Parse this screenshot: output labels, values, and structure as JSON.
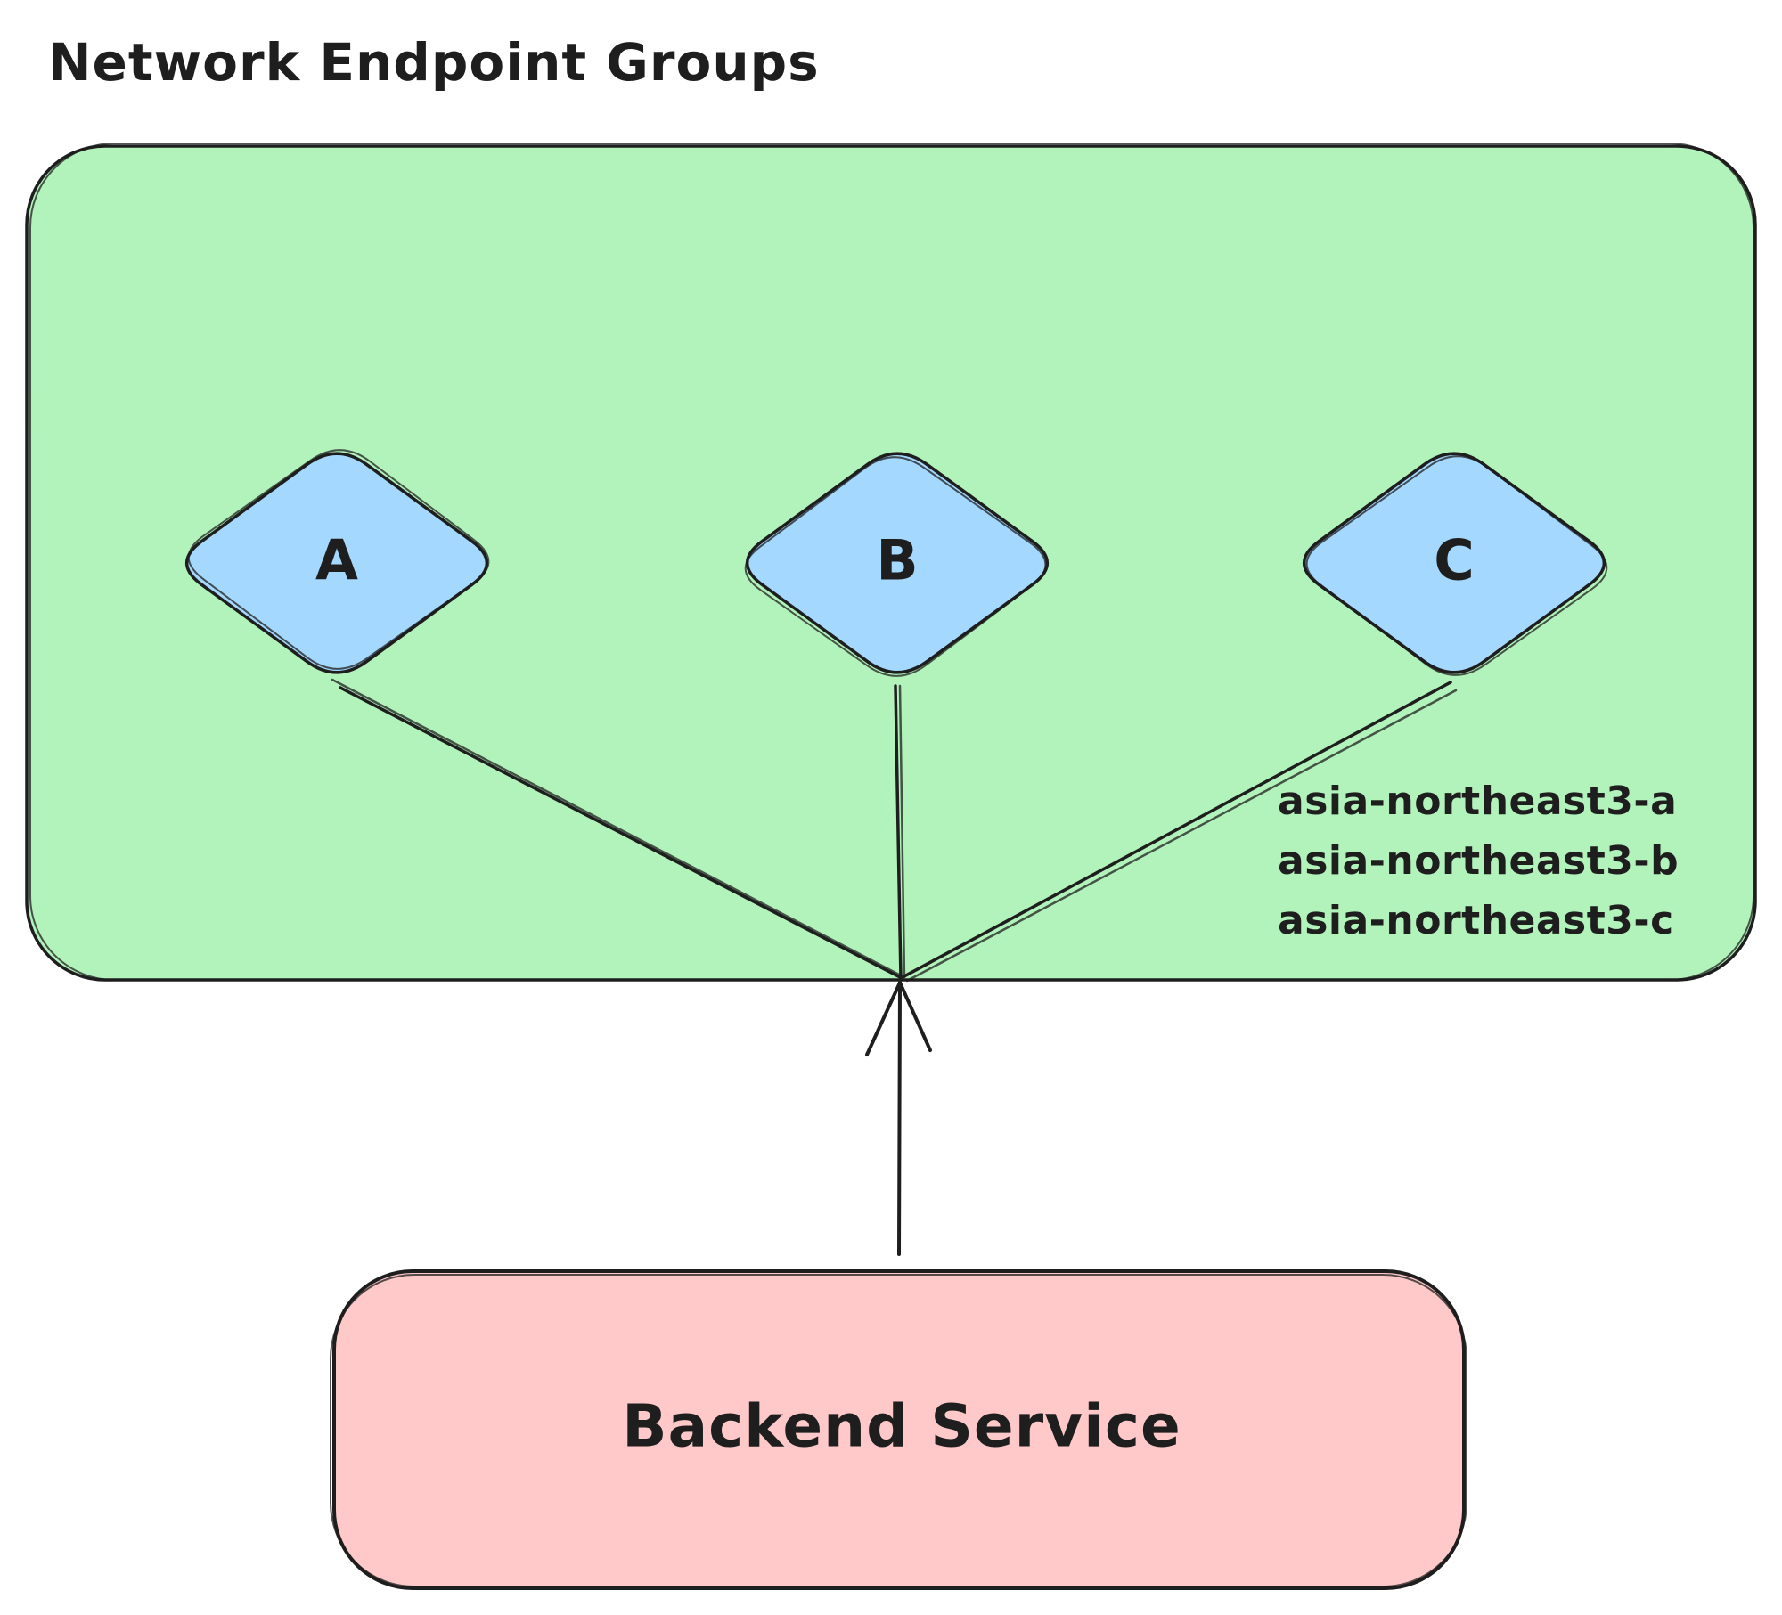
{
  "title": "Network Endpoint Groups",
  "colors": {
    "background": "#ffffff",
    "stroke": "#1e1e1e",
    "neg_box_fill": "#b2f2bb",
    "diamond_fill": "#a5d8ff",
    "backend_box_fill": "#ffc9c9"
  },
  "network_endpoint_groups": {
    "diamonds": [
      {
        "label": "A"
      },
      {
        "label": "B"
      },
      {
        "label": "C"
      }
    ],
    "zones": [
      "asia-northeast3-a",
      "asia-northeast3-b",
      "asia-northeast3-c"
    ]
  },
  "backend_service": {
    "label": "Backend Service"
  }
}
